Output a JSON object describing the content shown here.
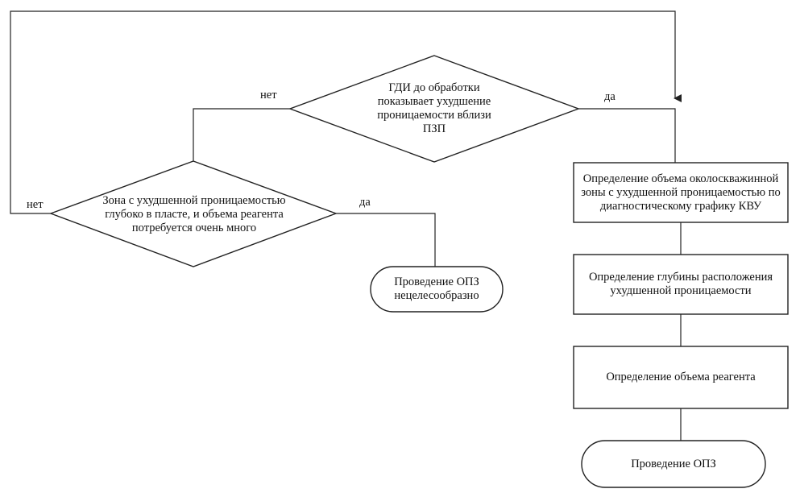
{
  "decision_top": {
    "text": "ГДИ до обработки показывает ухудшение проницаемости вблизи ПЗП",
    "no_label": "нет",
    "yes_label": "да"
  },
  "decision_left": {
    "text": "Зона с ухудшенной проницаемостью глубоко в пласте, и объема реагента потребуется очень много",
    "no_label": "нет",
    "yes_label": "да"
  },
  "terminal_left": {
    "text": "Проведение ОПЗ нецелесообразно"
  },
  "process_1": {
    "text": "Определение объема околоскважинной зоны с ухудшенной проницаемостью по диагностическому графику КВУ"
  },
  "process_2": {
    "text": "Определение глубины расположения ухудшенной проницаемости"
  },
  "process_3": {
    "text": "Определение объема реагента"
  },
  "terminal_end": {
    "text": "Проведение ОПЗ"
  },
  "colors": {
    "line": "#222222",
    "text": "#111111",
    "background": "#ffffff"
  }
}
